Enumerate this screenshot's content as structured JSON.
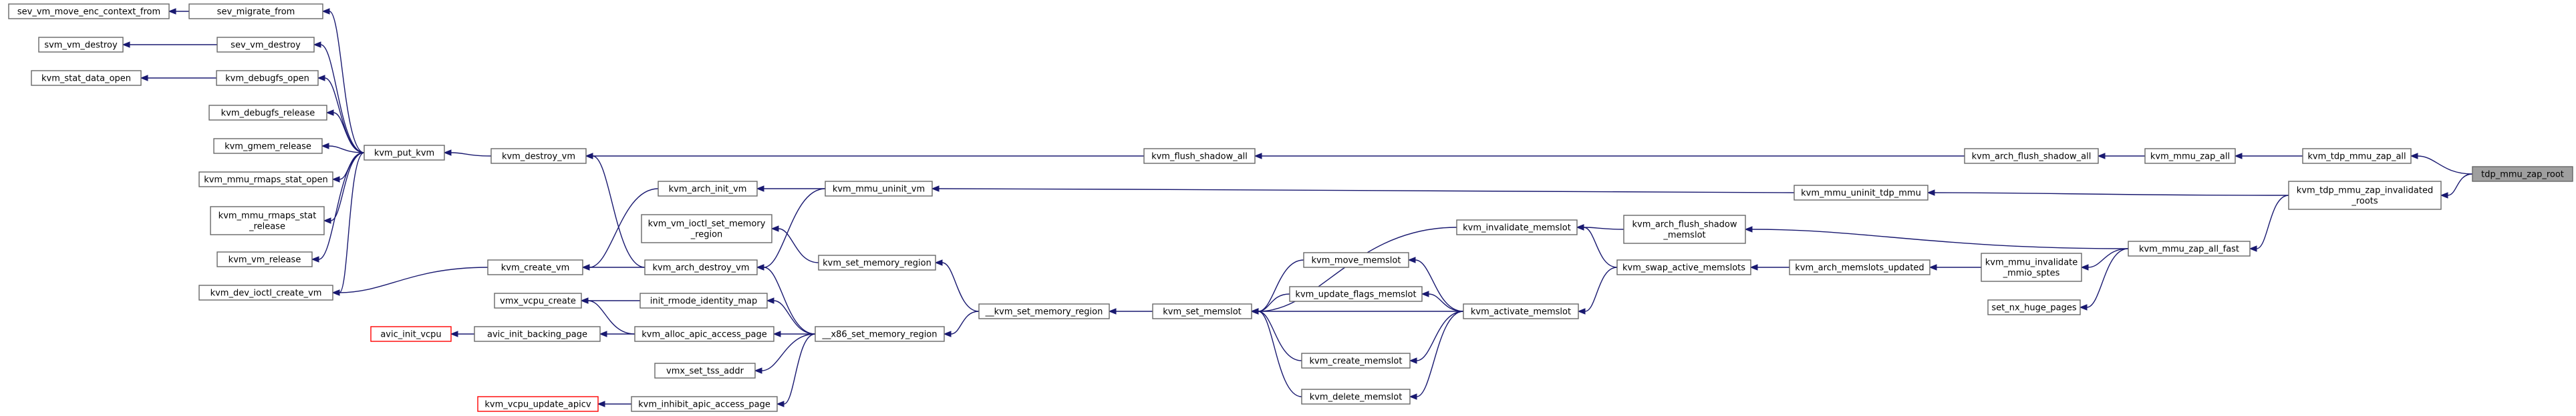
{
  "diagram": {
    "type": "call-graph",
    "colors": {
      "edge": "#191970",
      "box_border": "#666666",
      "missing_border": "#ff0000",
      "root_fill": "#9f9f9f",
      "background": "#ffffff"
    },
    "nodes": [
      {
        "id": "n_sev_vm_move_enc_context_from",
        "lines": [
          "sev_vm_move_enc_context_from"
        ]
      },
      {
        "id": "n_sev_migrate_from",
        "lines": [
          "sev_migrate_from"
        ]
      },
      {
        "id": "n_svm_vm_destroy",
        "lines": [
          "svm_vm_destroy"
        ]
      },
      {
        "id": "n_sev_vm_destroy",
        "lines": [
          "sev_vm_destroy"
        ]
      },
      {
        "id": "n_kvm_stat_data_open",
        "lines": [
          "kvm_stat_data_open"
        ]
      },
      {
        "id": "n_kvm_debugfs_open",
        "lines": [
          "kvm_debugfs_open"
        ]
      },
      {
        "id": "n_kvm_debugfs_release",
        "lines": [
          "kvm_debugfs_release"
        ]
      },
      {
        "id": "n_kvm_gmem_release",
        "lines": [
          "kvm_gmem_release"
        ]
      },
      {
        "id": "n_kvm_mmu_rmaps_stat_open",
        "lines": [
          "kvm_mmu_rmaps_stat_open"
        ]
      },
      {
        "id": "n_kvm_mmu_rmaps_stat_release",
        "lines": [
          "kvm_mmu_rmaps_stat",
          "_release"
        ]
      },
      {
        "id": "n_kvm_vm_release",
        "lines": [
          "kvm_vm_release"
        ]
      },
      {
        "id": "n_kvm_dev_ioctl_create_vm",
        "lines": [
          "kvm_dev_ioctl_create_vm"
        ]
      },
      {
        "id": "n_kvm_put_kvm",
        "lines": [
          "kvm_put_kvm"
        ]
      },
      {
        "id": "n_kvm_destroy_vm",
        "lines": [
          "kvm_destroy_vm"
        ]
      },
      {
        "id": "n_kvm_create_vm",
        "lines": [
          "kvm_create_vm"
        ]
      },
      {
        "id": "n_kvm_arch_init_vm",
        "lines": [
          "kvm_arch_init_vm"
        ]
      },
      {
        "id": "n_kvm_vm_ioctl_set_memory_region",
        "lines": [
          "kvm_vm_ioctl_set_memory",
          "_region"
        ]
      },
      {
        "id": "n_kvm_arch_destroy_vm",
        "lines": [
          "kvm_arch_destroy_vm"
        ]
      },
      {
        "id": "n_vmx_vcpu_create",
        "lines": [
          "vmx_vcpu_create"
        ]
      },
      {
        "id": "n_avic_init_vcpu",
        "lines": [
          "avic_init_vcpu"
        ]
      },
      {
        "id": "n_avic_init_backing_page",
        "lines": [
          "avic_init_backing_page"
        ]
      },
      {
        "id": "n_init_rmode_identity_map",
        "lines": [
          "init_rmode_identity_map"
        ]
      },
      {
        "id": "n_kvm_alloc_apic_access_page",
        "lines": [
          "kvm_alloc_apic_access_page"
        ]
      },
      {
        "id": "n_vmx_set_tss_addr",
        "lines": [
          "vmx_set_tss_addr"
        ]
      },
      {
        "id": "n_kvm_vcpu_update_apicv",
        "lines": [
          "kvm_vcpu_update_apicv"
        ]
      },
      {
        "id": "n_kvm_inhibit_apic_access_page",
        "lines": [
          "kvm_inhibit_apic_access_page"
        ]
      },
      {
        "id": "n_kvm_mmu_uninit_vm",
        "lines": [
          "kvm_mmu_uninit_vm"
        ]
      },
      {
        "id": "n_kvm_set_memory_region",
        "lines": [
          "kvm_set_memory_region"
        ]
      },
      {
        "id": "n_x86_set_memory_region",
        "lines": [
          "__x86_set_memory_region"
        ]
      },
      {
        "id": "n_kvm_set_memory_region_internal",
        "lines": [
          "__kvm_set_memory_region"
        ]
      },
      {
        "id": "n_kvm_set_memslot",
        "lines": [
          "kvm_set_memslot"
        ]
      },
      {
        "id": "n_kvm_move_memslot",
        "lines": [
          "kvm_move_memslot"
        ]
      },
      {
        "id": "n_kvm_update_flags_memslot",
        "lines": [
          "kvm_update_flags_memslot"
        ]
      },
      {
        "id": "n_kvm_create_memslot",
        "lines": [
          "kvm_create_memslot"
        ]
      },
      {
        "id": "n_kvm_delete_memslot",
        "lines": [
          "kvm_delete_memslot"
        ]
      },
      {
        "id": "n_kvm_invalidate_memslot",
        "lines": [
          "kvm_invalidate_memslot"
        ]
      },
      {
        "id": "n_kvm_activate_memslot",
        "lines": [
          "kvm_activate_memslot"
        ]
      },
      {
        "id": "n_kvm_arch_flush_shadow_memslot",
        "lines": [
          "kvm_arch_flush_shadow",
          "_memslot"
        ]
      },
      {
        "id": "n_kvm_swap_active_memslots",
        "lines": [
          "kvm_swap_active_memslots"
        ]
      },
      {
        "id": "n_kvm_flush_shadow_all",
        "lines": [
          "kvm_flush_shadow_all"
        ]
      },
      {
        "id": "n_kvm_mmu_uninit_tdp_mmu",
        "lines": [
          "kvm_mmu_uninit_tdp_mmu"
        ]
      },
      {
        "id": "n_kvm_arch_memslots_updated",
        "lines": [
          "kvm_arch_memslots_updated"
        ]
      },
      {
        "id": "n_kvm_arch_flush_shadow_all",
        "lines": [
          "kvm_arch_flush_shadow_all"
        ]
      },
      {
        "id": "n_kvm_mmu_invalidate_mmio_sptes",
        "lines": [
          "kvm_mmu_invalidate",
          "_mmio_sptes"
        ]
      },
      {
        "id": "n_set_nx_huge_pages",
        "lines": [
          "set_nx_huge_pages"
        ]
      },
      {
        "id": "n_kvm_mmu_zap_all",
        "lines": [
          "kvm_mmu_zap_all"
        ]
      },
      {
        "id": "n_kvm_mmu_zap_all_fast",
        "lines": [
          "kvm_mmu_zap_all_fast"
        ]
      },
      {
        "id": "n_kvm_tdp_mmu_zap_all",
        "lines": [
          "kvm_tdp_mmu_zap_all"
        ]
      },
      {
        "id": "n_kvm_tdp_mmu_zap_invalidated_roots",
        "lines": [
          "kvm_tdp_mmu_zap_invalidated",
          "_roots"
        ]
      },
      {
        "id": "n_tdp_mmu_zap_root",
        "lines": [
          "tdp_mmu_zap_root"
        ]
      }
    ]
  }
}
